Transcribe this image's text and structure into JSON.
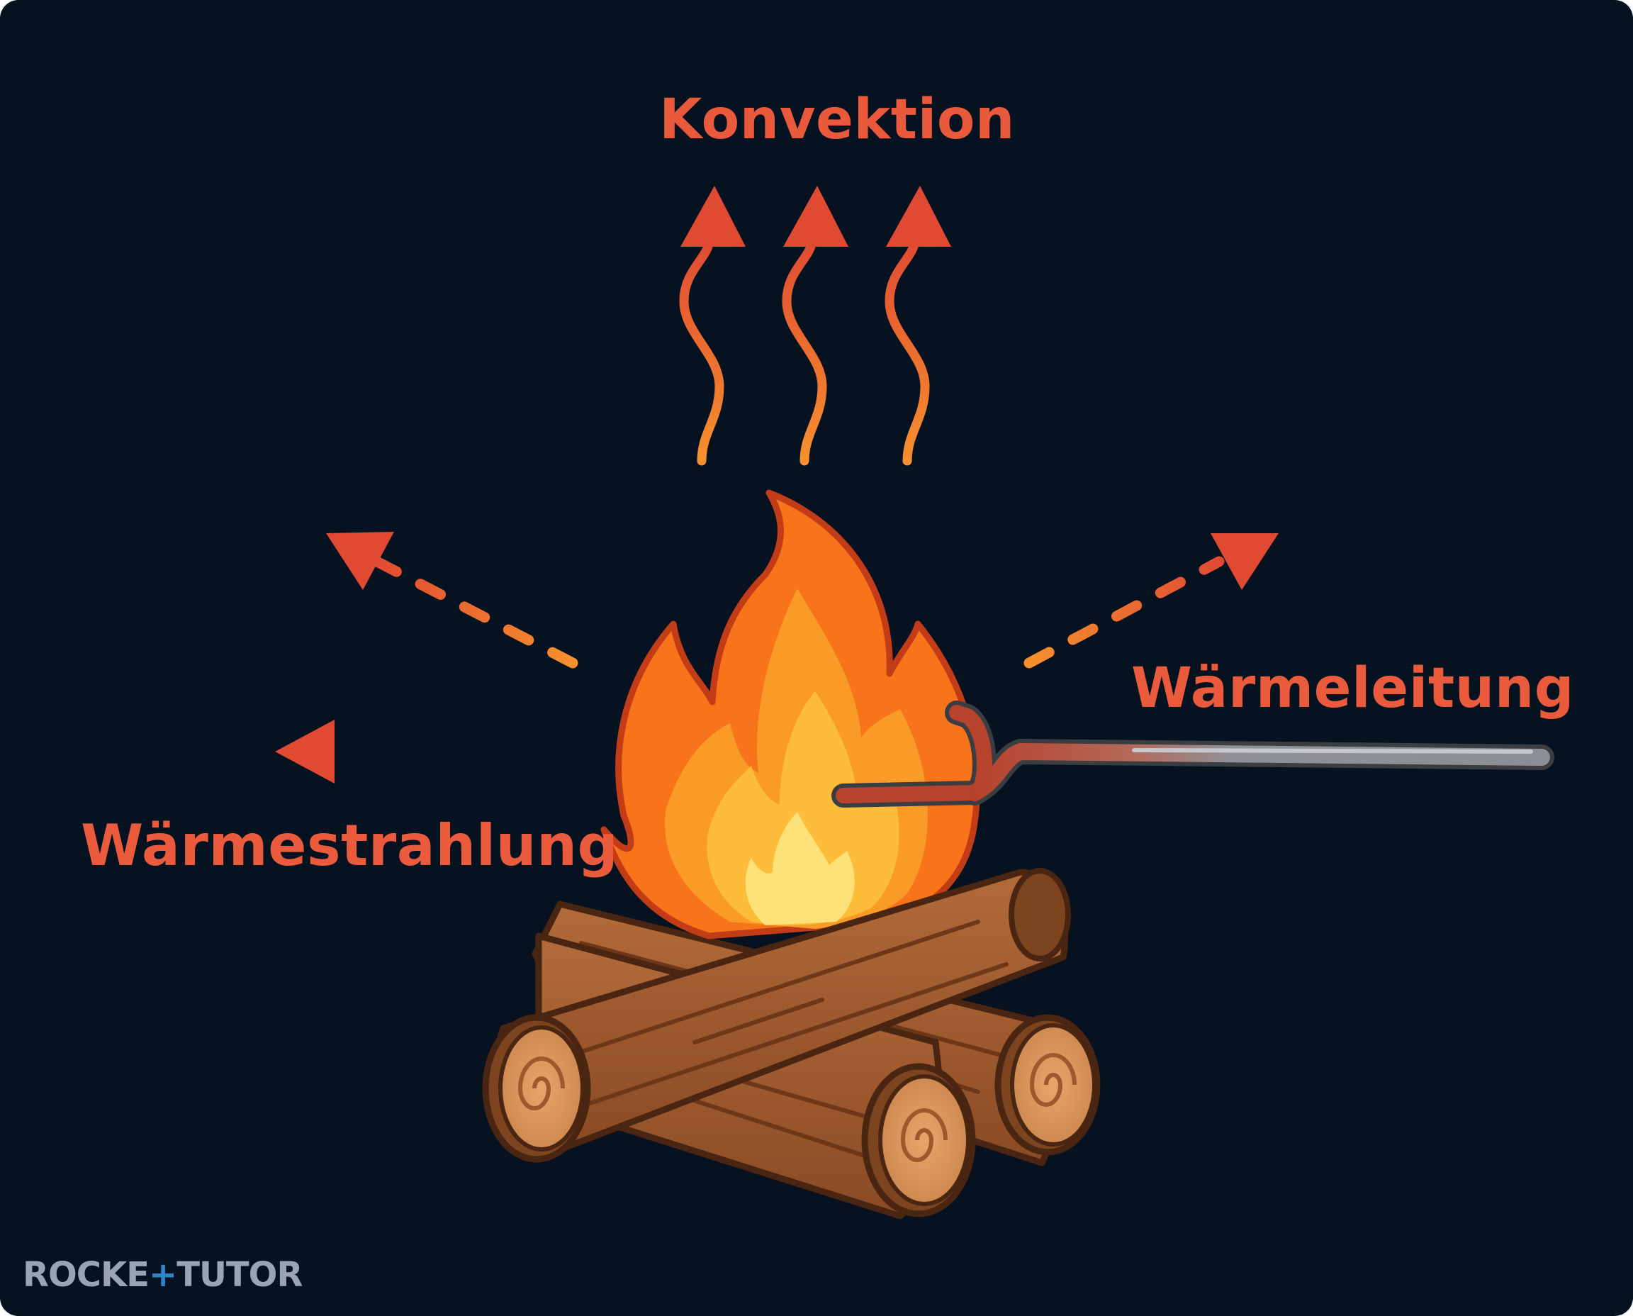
{
  "labels": {
    "convection": "Konvektion",
    "conduction": "Wärmeleitung",
    "radiation": "Wärmestrahlung"
  },
  "logo": {
    "part1": "ROCKE",
    "plus": "+",
    "part2": "TUTOR"
  },
  "colors": {
    "background": "#06121f",
    "label": "#ea5b3e",
    "arrow_head": "#e04a32",
    "arrow_tail": "#f5892c",
    "logo_text": "#9aa4b4",
    "logo_accent": "#2f84c7"
  }
}
